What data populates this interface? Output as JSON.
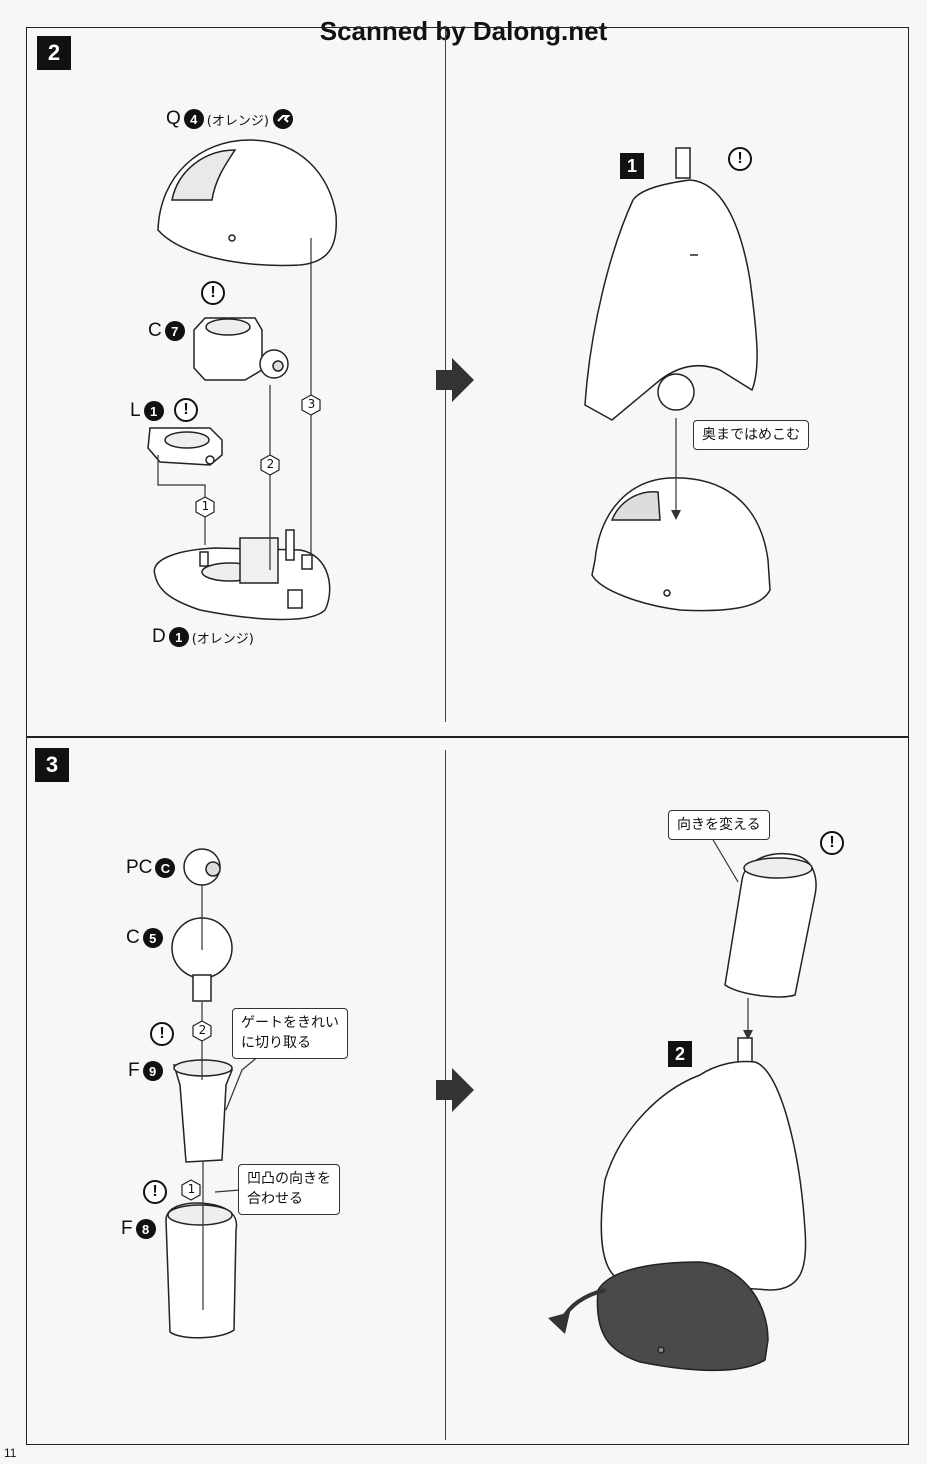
{
  "header": {
    "scan_credit": "Scanned by Dalong.net"
  },
  "step2": {
    "number": "2",
    "parts": {
      "q": {
        "letter": "Q",
        "num": "4",
        "note": "(オレンジ)"
      },
      "c": {
        "letter": "C",
        "num": "7"
      },
      "l": {
        "letter": "L",
        "num": "1"
      },
      "d": {
        "letter": "D",
        "num": "1",
        "note": "(オレンジ)"
      }
    },
    "order_marks": [
      "1",
      "2",
      "3"
    ],
    "sub_step": "1",
    "callout": "奥まではめこむ"
  },
  "step3": {
    "number": "3",
    "parts": {
      "pc": {
        "letter": "PC",
        "num": "C"
      },
      "c": {
        "letter": "C",
        "num": "5"
      },
      "f9": {
        "letter": "F",
        "num": "9"
      },
      "f8": {
        "letter": "F",
        "num": "8"
      }
    },
    "order_marks": [
      "1",
      "2"
    ],
    "callouts": {
      "gate_line1": "ゲートをきれい",
      "gate_line2": "に切り取る",
      "align_line1": "凹凸の向きを",
      "align_line2": "合わせる",
      "turn": "向きを変える"
    },
    "sub_step": "2"
  },
  "footer": {
    "page_number": "11"
  },
  "colors": {
    "ink": "#111111",
    "paper": "#f7f7f5",
    "shade": "#4a4a4a"
  },
  "icons": [
    "warning-icon",
    "tool-icon",
    "arrow-right-icon",
    "rotate-arrow-icon"
  ]
}
